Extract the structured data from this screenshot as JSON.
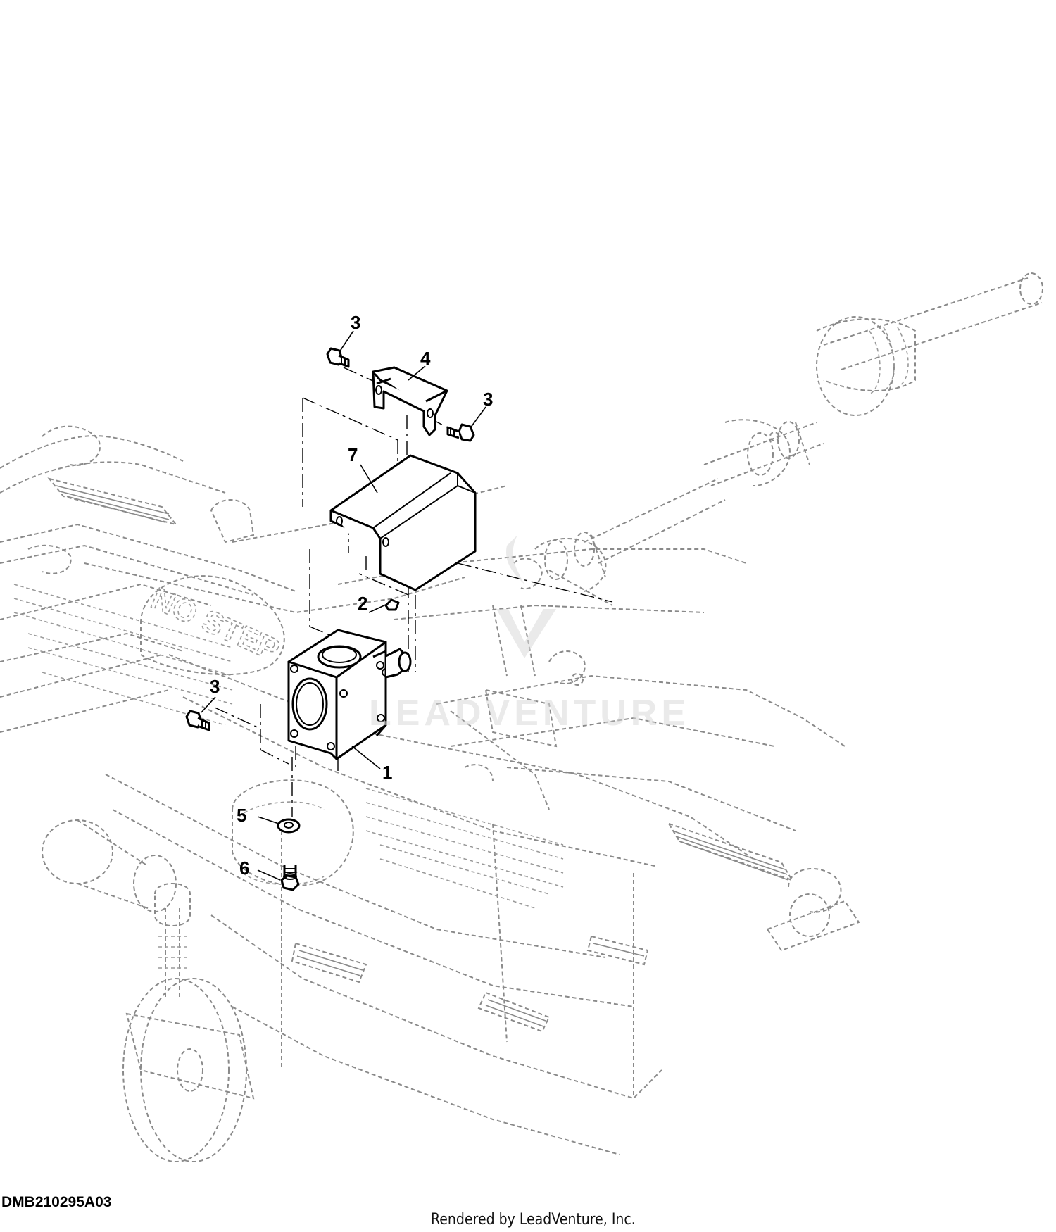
{
  "diagram": {
    "callouts": [
      {
        "id": "c3a",
        "label": "3"
      },
      {
        "id": "c4",
        "label": "4"
      },
      {
        "id": "c3b",
        "label": "3"
      },
      {
        "id": "c7",
        "label": "7"
      },
      {
        "id": "c2",
        "label": "2"
      },
      {
        "id": "c3c",
        "label": "3"
      },
      {
        "id": "c1",
        "label": "1"
      },
      {
        "id": "c5",
        "label": "5"
      },
      {
        "id": "c6",
        "label": "6"
      }
    ],
    "deck_lettering": "NO STEP",
    "watermark_text": "LEADVENTURE",
    "drawing_code": "DMB210295A03",
    "render_credit": "Rendered by LeadVenture, Inc."
  }
}
